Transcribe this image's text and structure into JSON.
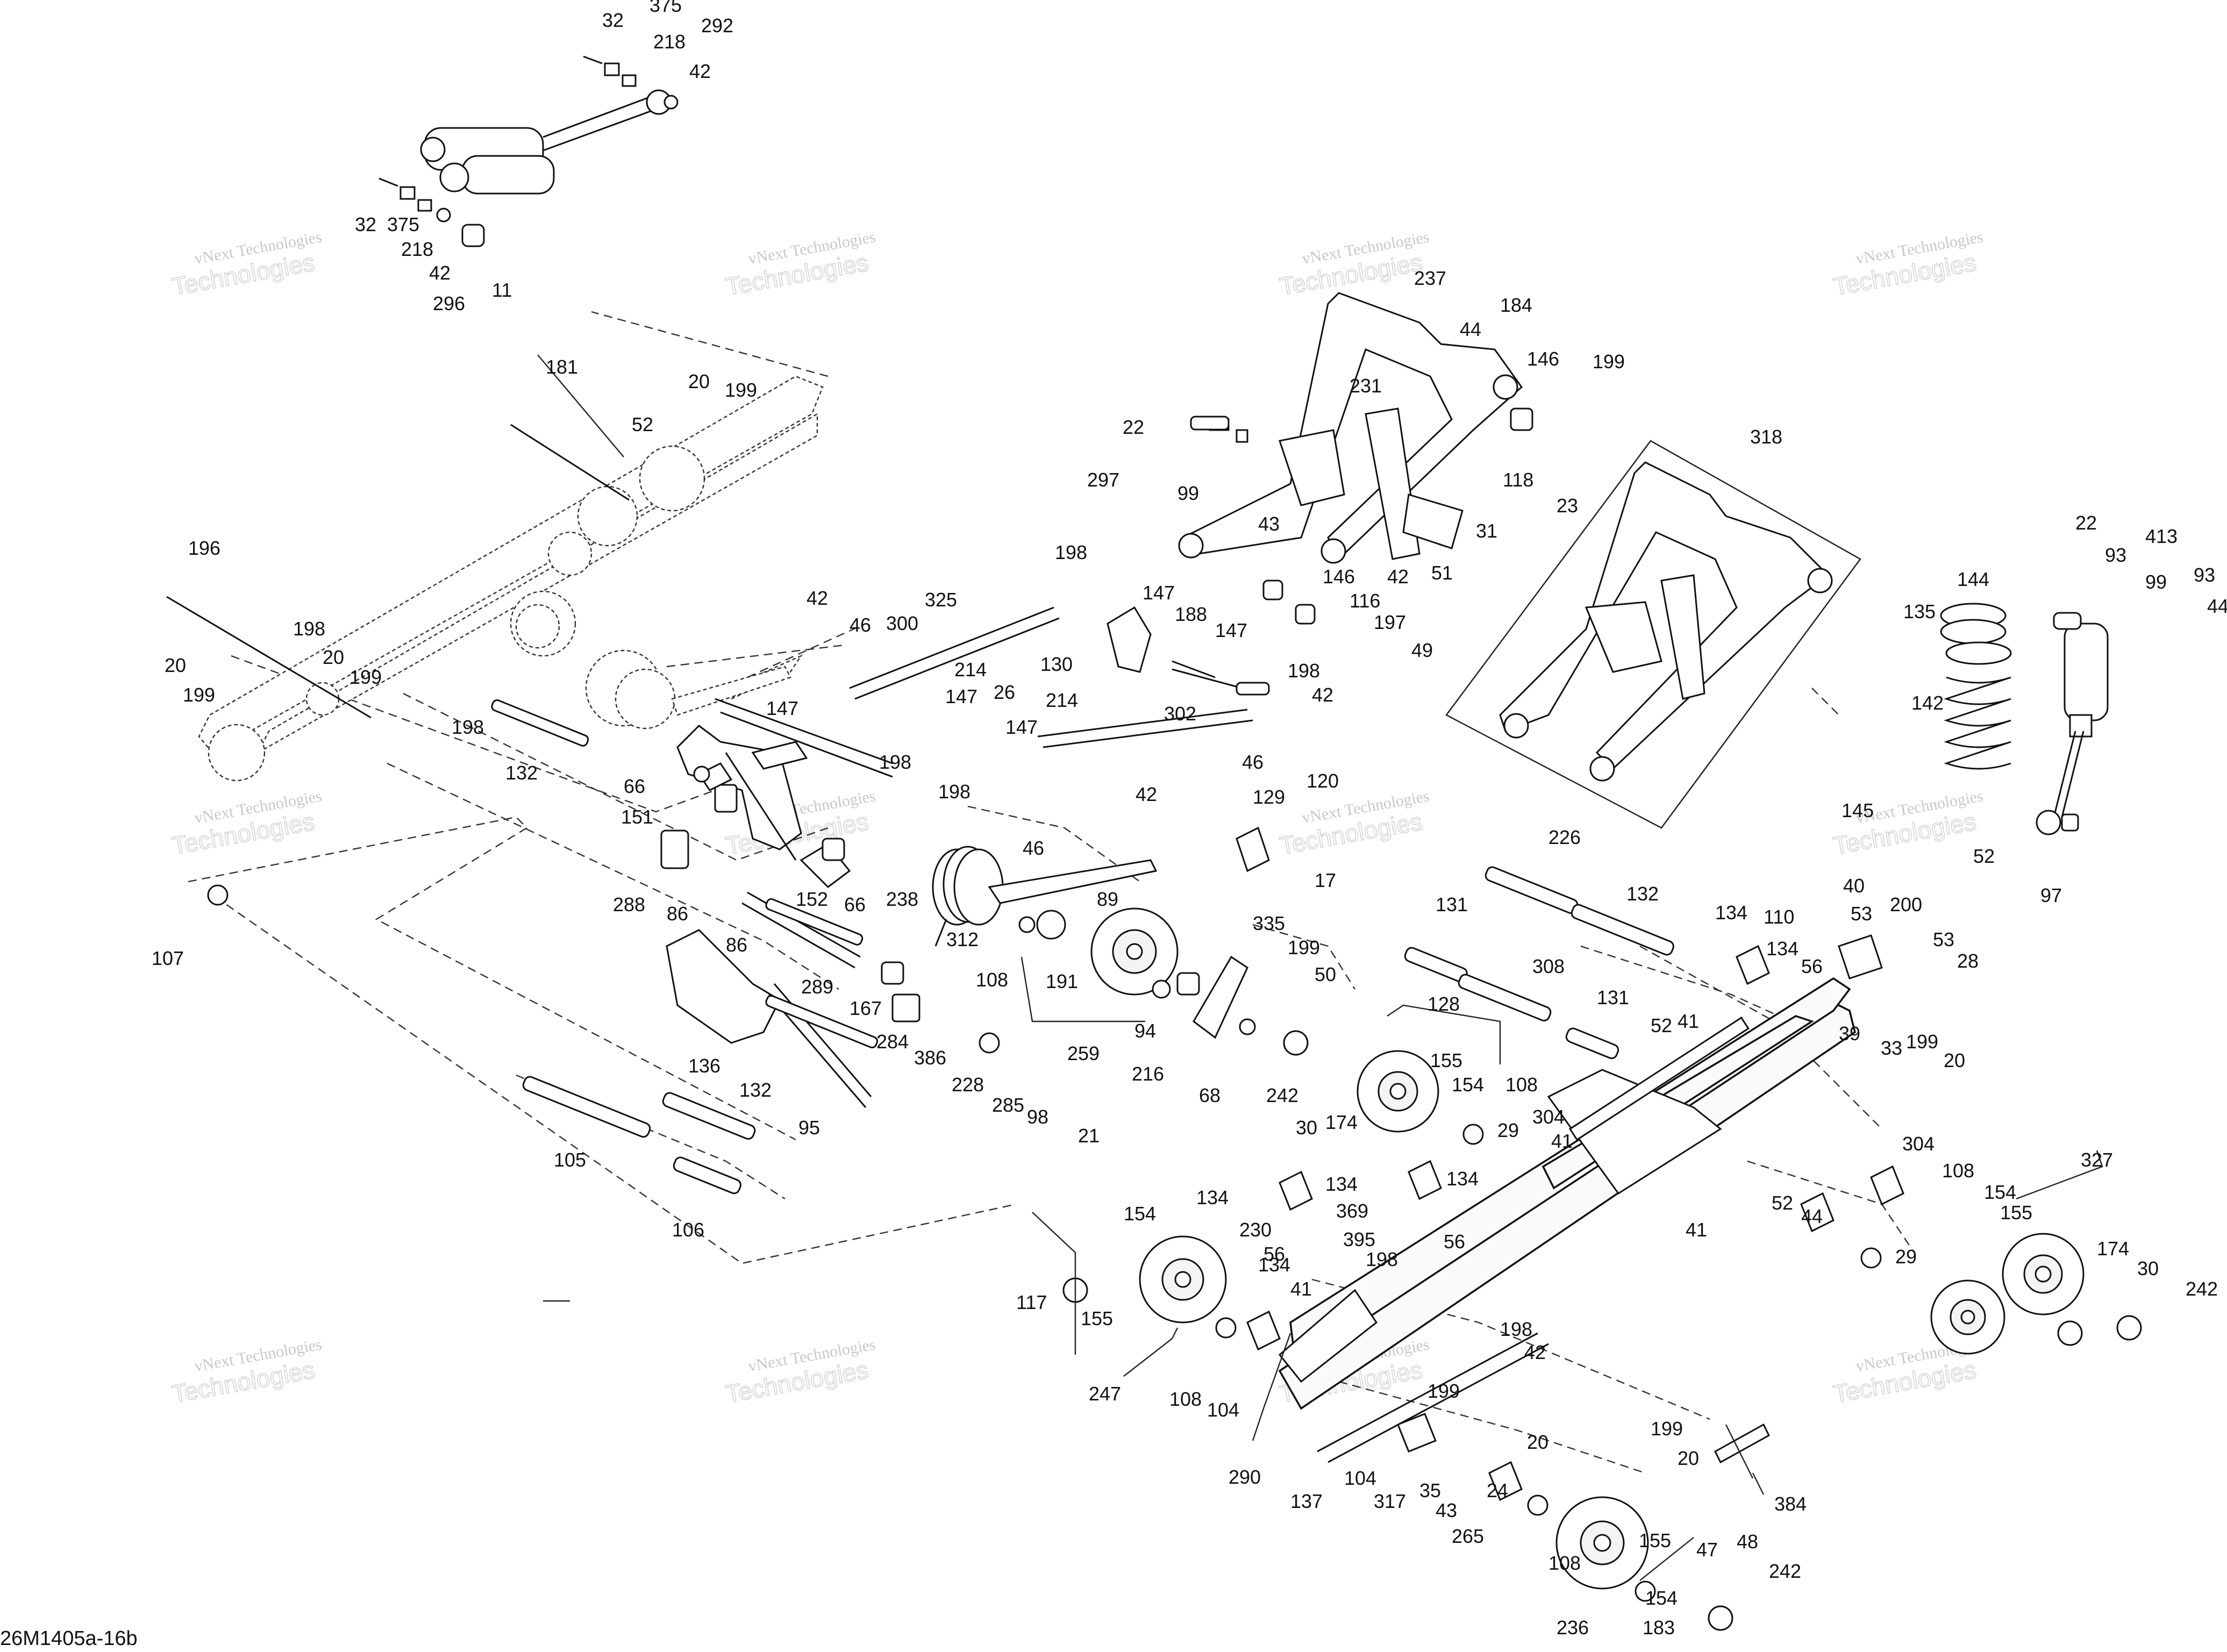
{
  "diagram_code": "26M1405a-16b",
  "watermark": {
    "line1": "vNext Technologies",
    "line2": "Technologies"
  },
  "labels": [
    "32",
    "375",
    "218",
    "292",
    "42",
    "32",
    "375",
    "218",
    "42",
    "296",
    "11",
    "181",
    "20",
    "199",
    "52",
    "196",
    "198",
    "20",
    "20",
    "199",
    "199",
    "198",
    "132",
    "66",
    "151",
    "288",
    "86",
    "86",
    "289",
    "136",
    "107",
    "105",
    "132",
    "106",
    "95",
    "42",
    "46",
    "300",
    "325",
    "198",
    "147",
    "130",
    "147",
    "302",
    "214",
    "147",
    "26",
    "147",
    "198",
    "214",
    "147",
    "198",
    "198",
    "42",
    "46",
    "42",
    "46",
    "129",
    "120",
    "17",
    "152",
    "66",
    "238",
    "312",
    "89",
    "108",
    "191",
    "167",
    "284",
    "386",
    "228",
    "285",
    "98",
    "21",
    "259",
    "94",
    "216",
    "335",
    "199",
    "50",
    "68",
    "242",
    "30",
    "174",
    "237",
    "184",
    "44",
    "146",
    "199",
    "22",
    "297",
    "99",
    "231",
    "43",
    "118",
    "23",
    "31",
    "42",
    "51",
    "146",
    "116",
    "188",
    "147",
    "197",
    "49",
    "318",
    "22",
    "93",
    "413",
    "99",
    "93",
    "44",
    "144",
    "135",
    "142",
    "145",
    "52",
    "97",
    "226",
    "131",
    "132",
    "308",
    "131",
    "52",
    "41",
    "128",
    "155",
    "154",
    "108",
    "304",
    "41",
    "29",
    "134",
    "110",
    "134",
    "56",
    "40",
    "53",
    "200",
    "53",
    "28",
    "39",
    "33",
    "199",
    "20",
    "134",
    "230",
    "134",
    "369",
    "395",
    "134",
    "56",
    "56",
    "198",
    "41",
    "134",
    "154",
    "117",
    "155",
    "247",
    "108",
    "104",
    "290",
    "137",
    "198",
    "42",
    "199",
    "20",
    "104",
    "317",
    "35",
    "43",
    "24",
    "265",
    "304",
    "52",
    "44",
    "41",
    "108",
    "154",
    "155",
    "327",
    "29",
    "174",
    "30",
    "242",
    "199",
    "20",
    "384",
    "155",
    "108",
    "236",
    "47",
    "48",
    "154",
    "183",
    "242"
  ]
}
